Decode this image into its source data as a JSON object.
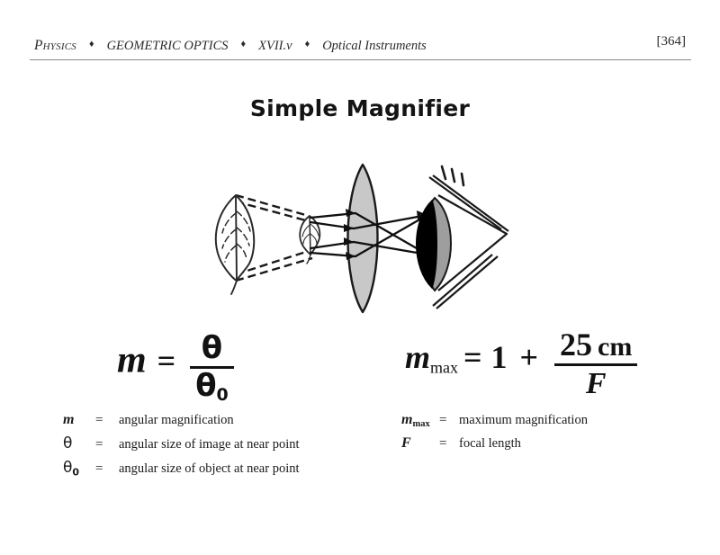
{
  "header": {
    "items": [
      {
        "label": "Physics",
        "style": "smallcaps"
      },
      {
        "label": "GEOMETRIC OPTICS",
        "style": "italic"
      },
      {
        "label": "XVII.v",
        "style": "italic"
      },
      {
        "label": "Optical Instruments",
        "style": "italic"
      }
    ],
    "separator": "♦",
    "page_number": "[364]"
  },
  "title": "Simple Magnifier",
  "diagram": {
    "name": "simple-magnifier-ray-diagram",
    "elements": [
      {
        "name": "virtual-image-leaf",
        "role": "enlarged virtual image of object"
      },
      {
        "name": "object-leaf",
        "role": "small object inside focal length"
      },
      {
        "name": "converging-lens",
        "role": "magnifier lens"
      },
      {
        "name": "eye",
        "role": "observer eye"
      },
      {
        "name": "ray-lines",
        "role": "refracted light rays"
      },
      {
        "name": "dashed-projection-lines",
        "role": "virtual image construction lines"
      }
    ],
    "colors": {
      "lens_fill": "#c8c8c8",
      "eye_lens_fill": "#9e9e9e",
      "pupil_fill": "#000000",
      "stroke": "#1a1a1a"
    }
  },
  "formulas": {
    "left": {
      "lhs": "m",
      "equals": "=",
      "numerator": "θ",
      "denominator_base": "θ",
      "denominator_sub": "0"
    },
    "right": {
      "lhs_base": "m",
      "lhs_sub": "max",
      "equals": "=",
      "one": "1",
      "plus": "+",
      "numerator_value": "25",
      "numerator_unit": "cm",
      "denominator": "F"
    }
  },
  "legend_left": {
    "rows": [
      {
        "symbol": "m",
        "symbol_sub": "",
        "equals": "=",
        "description": "angular magnification"
      },
      {
        "symbol": "θ",
        "symbol_sub": "",
        "equals": "=",
        "description": "angular size  of image at near point"
      },
      {
        "symbol": "θ",
        "symbol_sub": "0",
        "equals": "=",
        "description": "angular size  of object at near point"
      }
    ]
  },
  "legend_right": {
    "rows": [
      {
        "symbol": "m",
        "symbol_sub": "max",
        "equals": "=",
        "description": "maximum magnification"
      },
      {
        "symbol": "F",
        "symbol_sub": "",
        "equals": "=",
        "description": "focal length"
      }
    ]
  }
}
